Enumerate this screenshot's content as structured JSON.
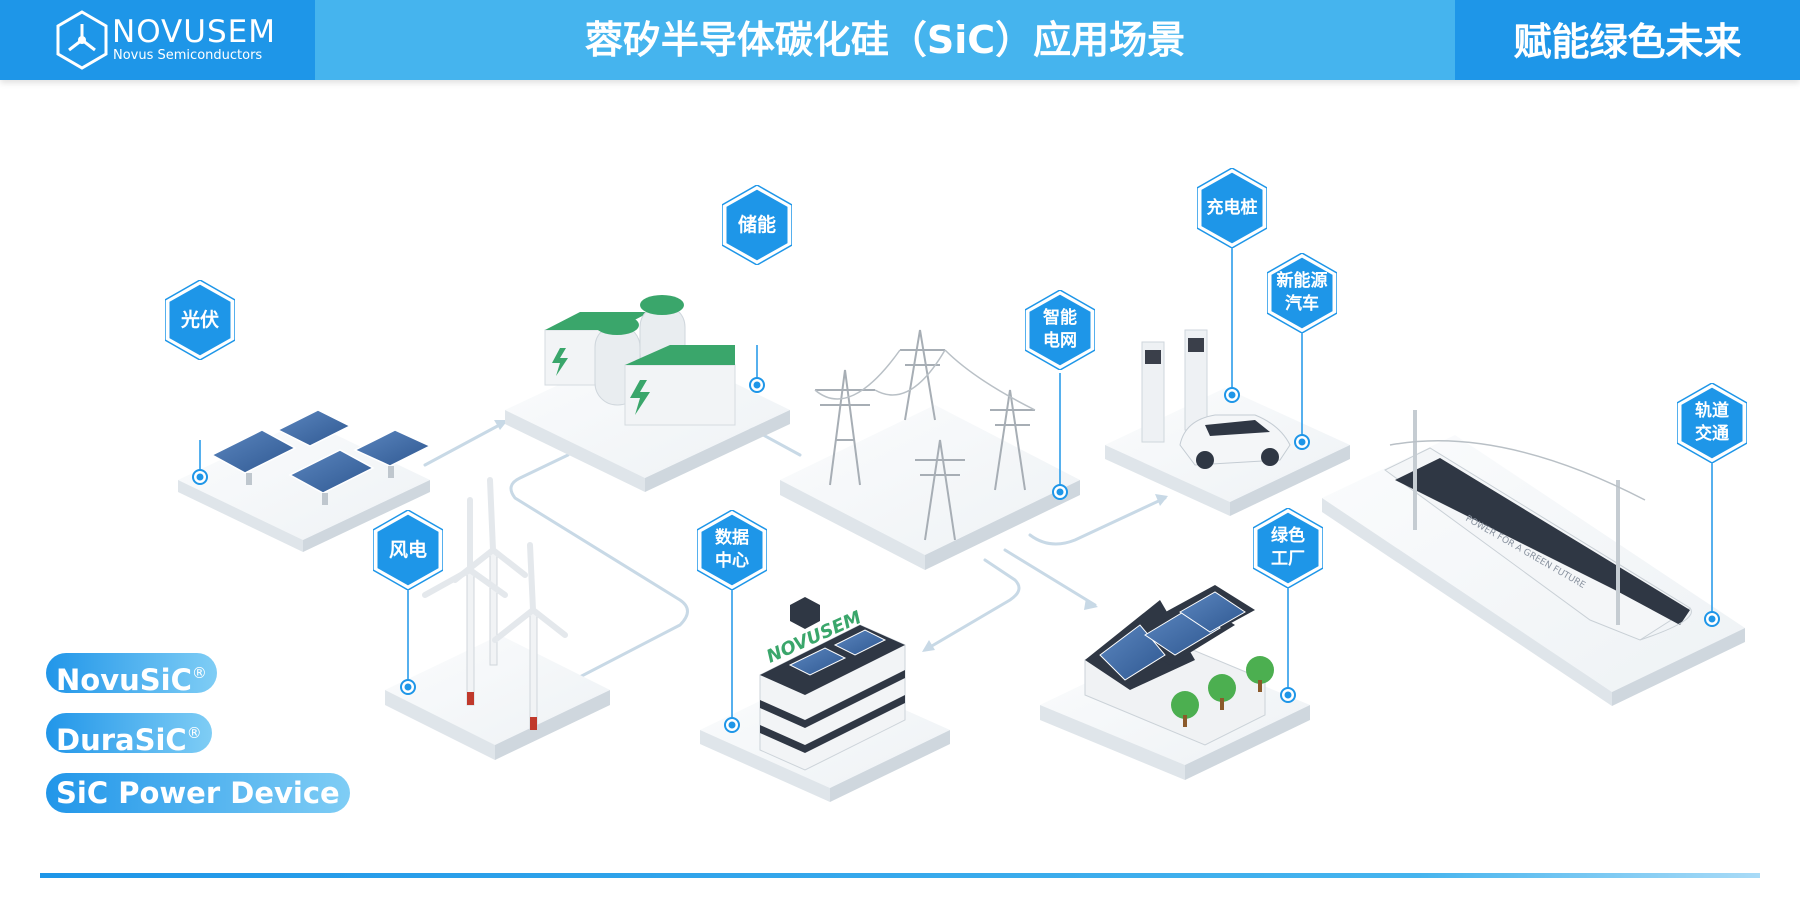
{
  "header": {
    "logo_name": "NOVUSEM",
    "logo_sub": "Novus Semiconductors",
    "title": "蓉矽半导体碳化硅（SiC）应用场景",
    "slogan": "赋能绿色未来"
  },
  "scenes": {
    "solar": "光伏",
    "wind": "风电",
    "storage": "储能",
    "datacenter_l1": "数据",
    "datacenter_l2": "中心",
    "datacenter_building_text": "NOVUSEM",
    "grid_l1": "智能",
    "grid_l2": "电网",
    "charging": "充电桩",
    "ev_l1": "新能源",
    "ev_l2": "汽车",
    "factory_l1": "绿色",
    "factory_l2": "工厂",
    "rail_l1": "轨道",
    "rail_l2": "交通",
    "train_text": "POWER FOR A GREEN FUTURE"
  },
  "products": [
    {
      "name": "NovuSiC",
      "mark": "®"
    },
    {
      "name": "DuraSiC",
      "mark": "®"
    },
    {
      "name": "SiC Power Device",
      "mark": ""
    }
  ],
  "colors": {
    "accent_dark": "#1e96e8",
    "accent_light": "#45b4ee",
    "storage_green": "#3aa66b",
    "flow_line": "#c8d9e6"
  }
}
